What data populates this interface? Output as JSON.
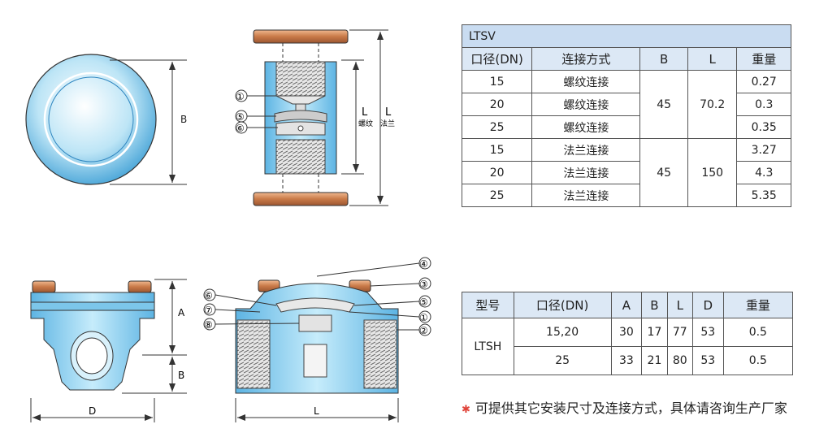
{
  "ltsv": {
    "model": "LTSV",
    "headers": [
      "口径(DN)",
      "连接方式",
      "B",
      "L",
      "重量"
    ],
    "rows": [
      {
        "dn": "15",
        "conn": "螺纹连接",
        "w": "0.27"
      },
      {
        "dn": "20",
        "conn": "螺纹连接",
        "w": "0.3"
      },
      {
        "dn": "25",
        "conn": "螺纹连接",
        "w": "0.35"
      },
      {
        "dn": "15",
        "conn": "法兰连接",
        "w": "3.27"
      },
      {
        "dn": "20",
        "conn": "法兰连接",
        "w": "4.3"
      },
      {
        "dn": "25",
        "conn": "法兰连接",
        "w": "5.35"
      }
    ],
    "group1": {
      "B": "45",
      "L": "70.2"
    },
    "group2": {
      "B": "45",
      "L": "150"
    }
  },
  "ltsh": {
    "headers": [
      "型号",
      "口径(DN)",
      "A",
      "B",
      "L",
      "D",
      "重量"
    ],
    "model": "LTSH",
    "rows": [
      {
        "dn": "15,20",
        "A": "30",
        "B": "17",
        "L": "77",
        "D": "53",
        "w": "0.5"
      },
      {
        "dn": "25",
        "A": "33",
        "B": "21",
        "L": "80",
        "D": "53",
        "w": "0.5"
      }
    ]
  },
  "note": {
    "star": "✱",
    "text": "可提供其它安装尺寸及连接方式，具体请咨询生产厂家"
  },
  "drawing_labels": {
    "B": "B",
    "L": "L",
    "A": "A",
    "D": "D",
    "thread": "螺纹",
    "flange": "法兰",
    "n1": "①",
    "n2": "②",
    "n3": "③",
    "n4": "④",
    "n5": "⑤",
    "n6": "⑥",
    "n7": "⑦",
    "n8": "⑧"
  },
  "colors": {
    "body_blue": "#8fd0ee",
    "body_dark": "#3f9fd6",
    "copper": "#d48a5a",
    "header_bg": "#c9dcf1"
  }
}
